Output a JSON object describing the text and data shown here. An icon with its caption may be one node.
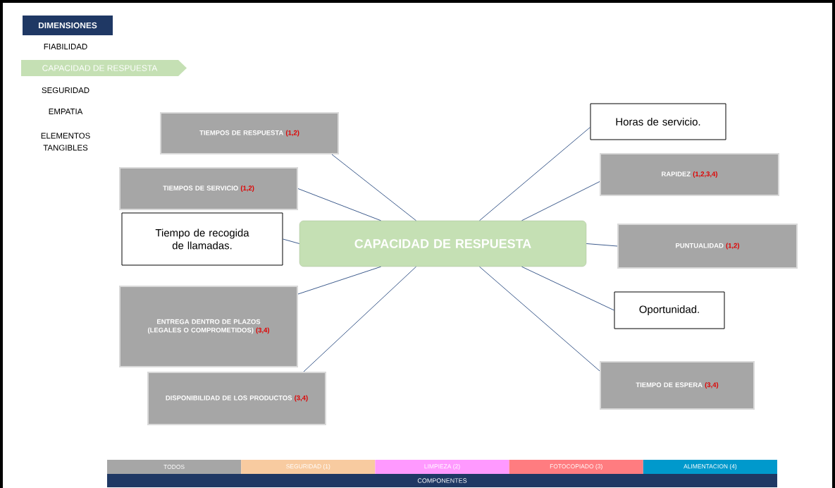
{
  "diagram": {
    "nodes": [
      {
        "text": [
          "DIMENSIONES"
        ]
      },
      {
        "text": [
          "CAPACIDAD DE RESPUESTA"
        ]
      },
      {
        "text": [
          "TIEMPOS DE RESPUESTA",
          "(1,2)"
        ]
      },
      {
        "text": [
          "Horas de servicio."
        ]
      },
      {
        "text": [
          "TIEMPOS DE SERVICIO",
          "(1,2)"
        ]
      },
      {
        "text": [
          "RAPIDEZ",
          "(1,2,3,4)"
        ]
      },
      {
        "text": [
          "Tiempo de recogida de llamadas."
        ]
      },
      {
        "text": [
          "CAPACIDAD DE RESPUESTA"
        ]
      },
      {
        "text": [
          "PUNTUALIDAD",
          "(1,2)"
        ]
      },
      {
        "text": [
          "ENTREGA DENTRO DE PLAZOS (LEGALES O COMPROMETIDOS)",
          "(3,4)"
        ]
      },
      {
        "text": [
          "Oportunidad."
        ]
      },
      {
        "text": [
          "TIEMPO DE ESPERA",
          "(3,4)"
        ]
      },
      {
        "text": [
          "DISPONIBILIDAD DE LOS PRODUCTOS",
          "(3,4)"
        ]
      },
      {
        "text": [
          "COMPONENTES"
        ]
      }
    ],
    "edges": [
      {
        "from": 7,
        "to": 2,
        "arrow": "none"
      },
      {
        "from": 7,
        "to": 3,
        "arrow": "none"
      },
      {
        "from": 7,
        "to": 4,
        "arrow": "none"
      },
      {
        "from": 7,
        "to": 5,
        "arrow": "none"
      },
      {
        "from": 7,
        "to": 6,
        "arrow": "none"
      },
      {
        "from": 7,
        "to": 8,
        "arrow": "none"
      },
      {
        "from": 7,
        "to": 9,
        "arrow": "none"
      },
      {
        "from": 7,
        "to": 10,
        "arrow": "none"
      },
      {
        "from": 7,
        "to": 11,
        "arrow": "none"
      },
      {
        "from": 7,
        "to": 12,
        "arrow": "none"
      }
    ],
    "labels": [
      "FIABILIDAD",
      "SEGURIDAD",
      "EMPATIA",
      "ELEMENTOS TANGIBLES"
    ],
    "legend": [
      {
        "text": "TODOS",
        "color": "#a6a6a6"
      },
      {
        "text": "SEGURIDAD (1)",
        "color": "#f8cba0"
      },
      {
        "text": "LIMPIEZA (2)",
        "color": "#ff99ff"
      },
      {
        "text": "FOTOCOPIADO (3)",
        "color": "#ff7c80"
      },
      {
        "text": "ALIMENTACION (4)",
        "color": "#0099cc"
      }
    ]
  }
}
